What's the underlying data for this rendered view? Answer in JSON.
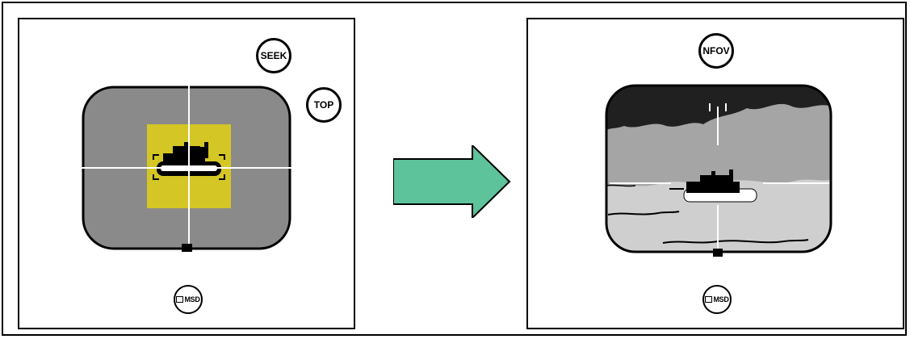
{
  "left_panel": {
    "seek_label": "SEEK",
    "top_label": "TOP",
    "msd_label": "MSD",
    "tracker_color": "#D4C624"
  },
  "right_panel": {
    "nfov_label": "NFOV",
    "msd_label": "MSD"
  },
  "transition_arrow": {
    "color": "#5DC39A"
  },
  "colors": {
    "screen_gray": "#8A8A8A",
    "sky_dark": "#202020",
    "mid_gray": "#A5A5A5",
    "ground_light": "#CFCFCF",
    "ink": "#000000"
  }
}
